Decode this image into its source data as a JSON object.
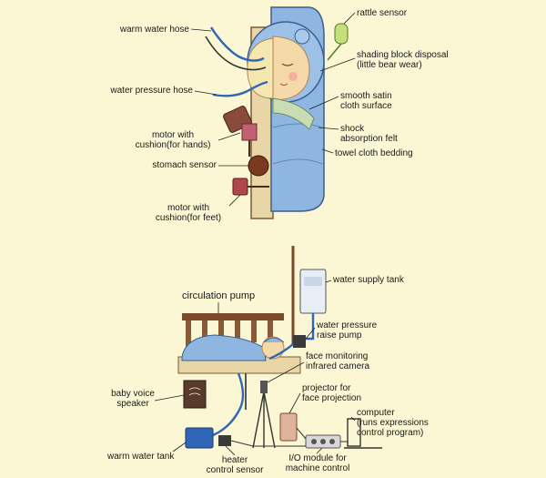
{
  "top_figure": {
    "labels": {
      "warm_water_hose": "warm water hose",
      "water_pressure_hose": "water pressure hose",
      "motor_hands_1": "motor with",
      "motor_hands_2": "cushion(for hands)",
      "stomach_sensor": "stomach sensor",
      "motor_feet_1": "motor with",
      "motor_feet_2": "cushion(for feet)",
      "rattle_sensor": "rattle sensor",
      "shading_1": "shading block disposal",
      "shading_2": "(little bear wear)",
      "satin_1": "smooth satin",
      "satin_2": "cloth surface",
      "shock_1": "shock",
      "shock_2": "absorption felt",
      "towel": "towel cloth bedding"
    }
  },
  "bottom_figure": {
    "labels": {
      "circulation_pump": "circulation pump",
      "water_supply_tank": "water supply tank",
      "pressure_pump_1": "water pressure",
      "pressure_pump_2": "raise pump",
      "face_camera_1": "face monitoring",
      "face_camera_2": "infrared camera",
      "projector_1": "projector for",
      "projector_2": "face projection",
      "voice_speaker_1": "baby voice",
      "voice_speaker_2": "speaker",
      "computer_1": "computer",
      "computer_2": "(runs expressions",
      "computer_3": "control program)",
      "warm_water_tank": "warm water tank",
      "heater_1": "heater",
      "heater_2": "control sensor",
      "io_module_1": "I/O module for",
      "io_module_2": "machine control"
    }
  },
  "colors": {
    "background": "#fbf6d3",
    "blanket_blue": "#8fb6e0",
    "skin": "#f6d9a8",
    "wood": "#7a4a2a",
    "motor_red": "#b0474d",
    "hose_blue": "#2f66b8"
  }
}
